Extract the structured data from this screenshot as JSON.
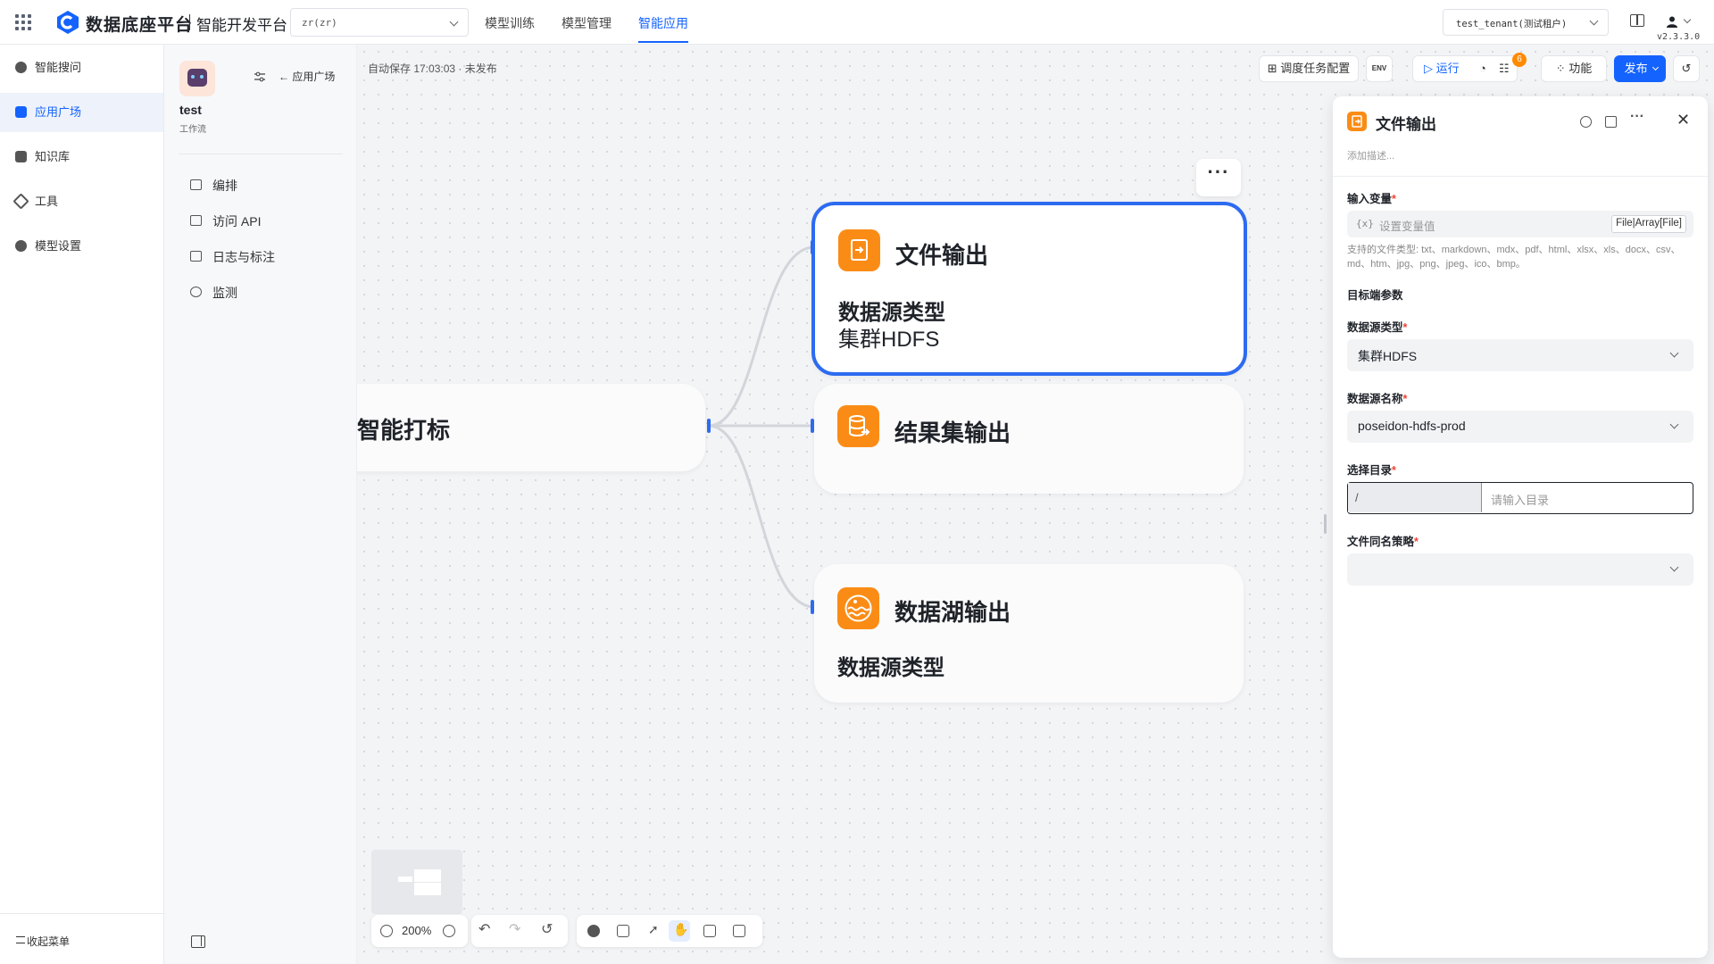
{
  "topbar": {
    "brand_name": "数据底座平台",
    "brand_sub": "智能开发平台",
    "tenant_select": "zr(zr)",
    "nav": [
      "模型训练",
      "模型管理",
      "智能应用"
    ],
    "active_nav": "智能应用",
    "tenant_right": "test_tenant(测试租户)",
    "version": "v2.3.3.0"
  },
  "sidebar": {
    "items": [
      {
        "label": "智能搜问",
        "icon": "search-icon"
      },
      {
        "label": "应用广场",
        "icon": "app-icon"
      },
      {
        "label": "知识库",
        "icon": "book-icon"
      },
      {
        "label": "工具",
        "icon": "tool-icon"
      },
      {
        "label": "模型设置",
        "icon": "gear-icon"
      }
    ],
    "active": "应用广场",
    "collapse_label": "收起菜单"
  },
  "app_panel": {
    "name": "test",
    "type": "工作流",
    "back_label": "应用广场",
    "menu": [
      "编排",
      "访问 API",
      "日志与标注",
      "监测"
    ]
  },
  "canvas": {
    "autosave": "自动保存 17:03:03 · 未发布",
    "toolbar": {
      "schedule": "调度任务配置",
      "env": "ENV",
      "run": "运行",
      "badge": "6",
      "features": "功能",
      "publish": "发布"
    },
    "nodes": {
      "source_title": "智能打标",
      "file_output": {
        "title": "文件输出",
        "sub_label": "数据源类型",
        "sub_value": "集群HDFS"
      },
      "result_output": {
        "title": "结果集输出"
      },
      "lake_output": {
        "title": "数据湖输出",
        "sub_label": "数据源类型"
      }
    },
    "zoom": "200%"
  },
  "drawer": {
    "title": "文件输出",
    "desc_placeholder": "添加描述...",
    "input_var_label": "输入变量",
    "var_prefix": "{x}",
    "var_placeholder": "设置变量值",
    "var_type": "File|Array[File]",
    "file_hint": "支持的文件类型: txt、markdown、mdx、pdf、html、xlsx、xls、docx、csv、md、htm、jpg、png、jpeg、ico、bmp。",
    "target_params": "目标端参数",
    "ds_type_label": "数据源类型",
    "ds_type_value": "集群HDFS",
    "ds_name_label": "数据源名称",
    "ds_name_value": "poseidon-hdfs-prod",
    "dir_label": "选择目录",
    "dir_prefix": "/",
    "dir_placeholder": "请输入目录",
    "conflict_label": "文件同名策略",
    "conflict_value": ""
  },
  "colors": {
    "accent": "#1463ff",
    "node_orange": "#fa8c16",
    "selected_border": "#2d6bf0"
  }
}
